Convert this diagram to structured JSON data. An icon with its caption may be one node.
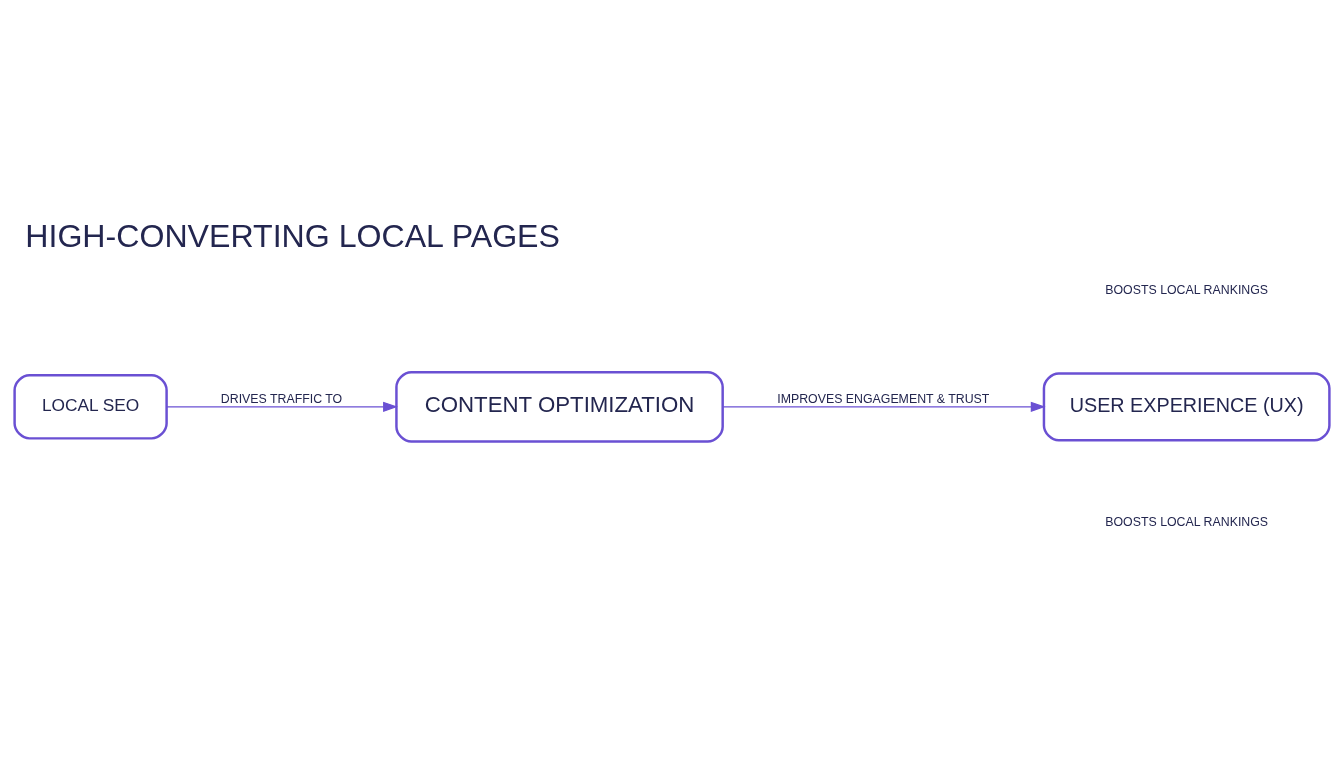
{
  "diagram": {
    "title": "HIGH-CONVERTING LOCAL PAGES",
    "nodes": [
      {
        "text": [
          "LOCAL SEO"
        ]
      },
      {
        "text": [
          "CONTENT OPTIMIZATION"
        ]
      },
      {
        "text": [
          "USER EXPERIENCE (UX)"
        ]
      }
    ],
    "edges": [
      {
        "from": 0,
        "to": 1,
        "arrow": "to",
        "label": "DRIVES TRAFFIC TO"
      },
      {
        "from": 1,
        "to": 2,
        "arrow": "to",
        "label": "IMPROVES ENGAGEMENT & TRUST"
      }
    ],
    "labels": [
      "BOOSTS LOCAL RANKINGS",
      "BOOSTS LOCAL RANKINGS"
    ]
  }
}
